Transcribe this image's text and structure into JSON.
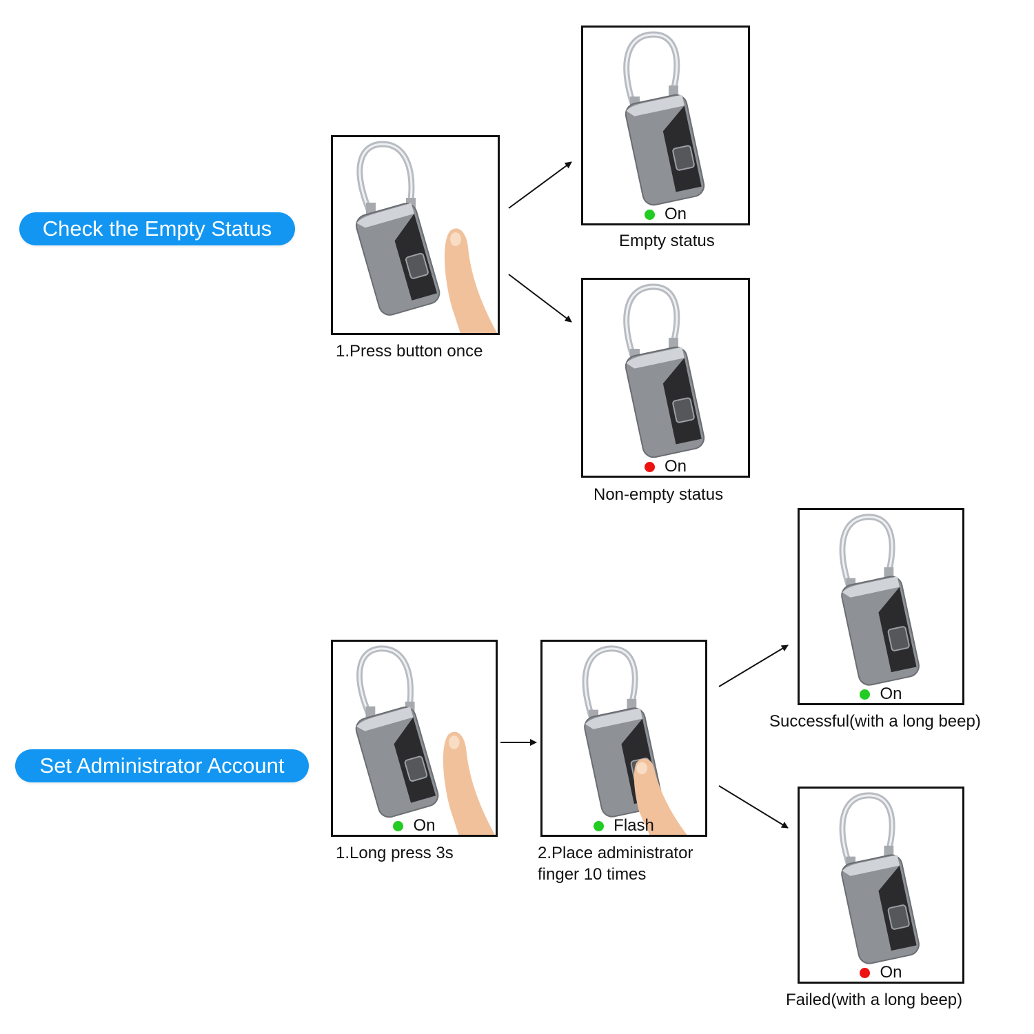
{
  "sections": {
    "empty_status": {
      "label": "Check the Empty Status",
      "step1": {
        "caption": "1.Press button once"
      },
      "result_empty": {
        "indicator": "On",
        "indicator_color": "#22cc22",
        "caption": "Empty status"
      },
      "result_nonempty": {
        "indicator": "On",
        "indicator_color": "#ee1111",
        "caption": "Non-empty status"
      }
    },
    "admin": {
      "label": "Set Administrator Account",
      "step1": {
        "indicator": "On",
        "indicator_color": "#22cc22",
        "caption": "1.Long press 3s"
      },
      "step2": {
        "indicator": "Flash",
        "indicator_color": "#22cc22",
        "caption_line1": "2.Place administrator",
        "caption_line2": "finger 10 times"
      },
      "result_success": {
        "indicator": "On",
        "indicator_color": "#22cc22",
        "caption": "Successful(with a long beep)"
      },
      "result_failed": {
        "indicator": "On",
        "indicator_color": "#ee1111",
        "caption": "Failed(with a long beep)"
      }
    }
  },
  "colors": {
    "accent": "#1296f2",
    "lock_body": "#8e9196",
    "lock_panel": "#2b2b2e"
  }
}
